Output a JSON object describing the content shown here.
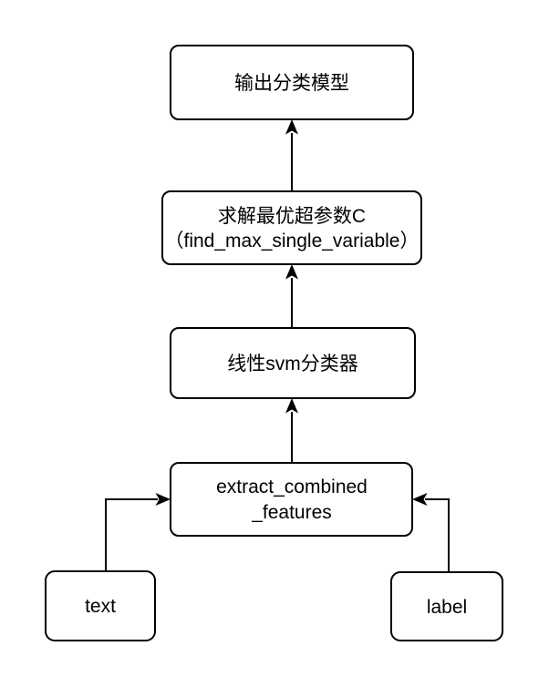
{
  "canvas": {
    "background_color": "#ffffff",
    "node_fill_color": "#ffffff",
    "line_color": "#000000"
  },
  "nodes": {
    "output_model": {
      "label": "输出分类模型"
    },
    "find_hyperparam": {
      "line1": "求解最优超参数C",
      "line2": "（find_max_single_variable）"
    },
    "linear_svm": {
      "label": "线性svm分类器"
    },
    "extract_features": {
      "line1": "extract_combined",
      "line2": "_features"
    },
    "text_input": {
      "label": "text"
    },
    "label_input": {
      "label": "label"
    }
  }
}
